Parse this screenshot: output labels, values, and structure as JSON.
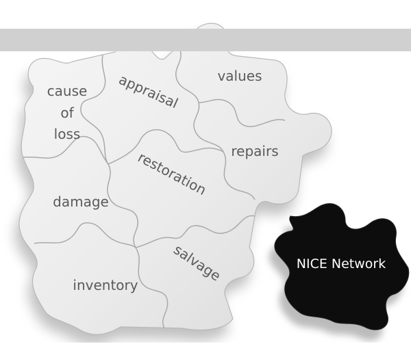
{
  "banner": {
    "color": "#d0d0d0"
  },
  "pieces": {
    "cause_line1": "cause",
    "cause_line2": "of",
    "cause_line3": "loss",
    "appraisal": "appraisal",
    "values": "values",
    "repairs": "repairs",
    "restoration": "restoration",
    "damage": "damage",
    "salvage": "salvage",
    "inventory": "inventory"
  },
  "logo": {
    "label": "NICE Network",
    "piece_color": "#0d0d0d",
    "text_color": "#ffffff"
  },
  "colors": {
    "puzzle_face": "#ececec",
    "puzzle_shadow": "#9a9a9a",
    "seam": "#b5b5b5",
    "text": "#5a5a5a"
  }
}
